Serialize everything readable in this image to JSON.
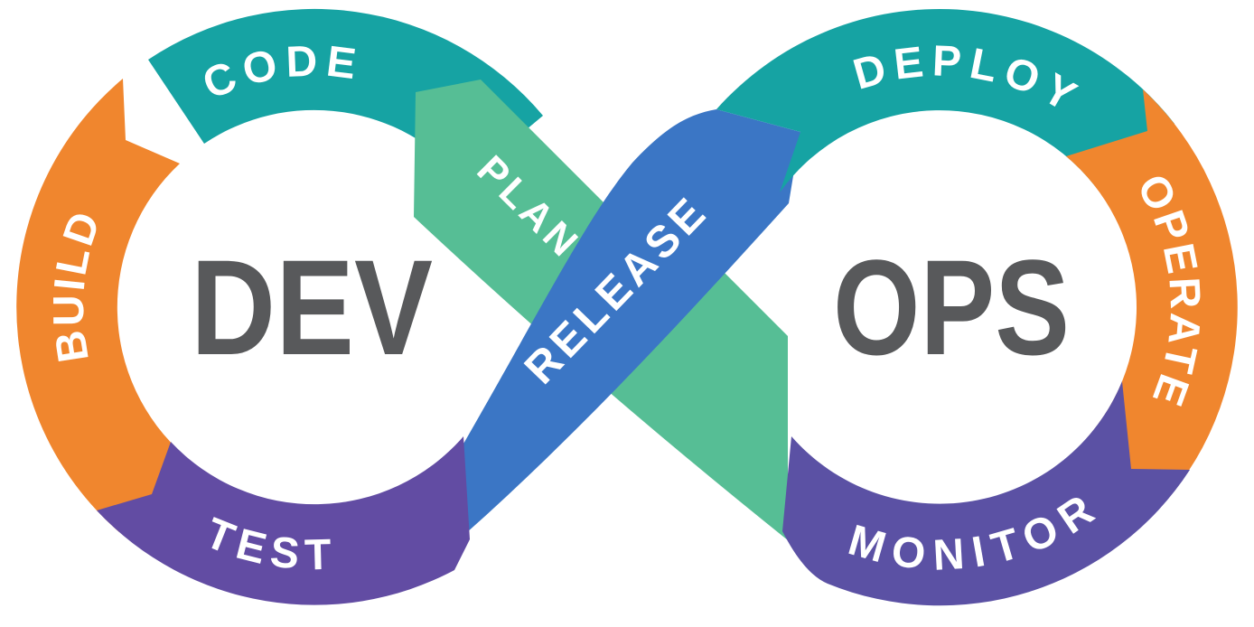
{
  "diagram": {
    "left_loop_label": "DEV",
    "right_loop_label": "OPS",
    "loop_text_color": "#58595B",
    "label_color": "#FFFFFF",
    "background": "#FFFFFF",
    "segments": {
      "plan": {
        "label": "PLAN",
        "color": "#56BE95"
      },
      "code": {
        "label": "CODE",
        "color": "#16A3A3"
      },
      "build": {
        "label": "BUILD",
        "color": "#F0862E"
      },
      "test": {
        "label": "TEST",
        "color": "#624CA3"
      },
      "release": {
        "label": "RELEASE",
        "color": "#3B76C5"
      },
      "deploy": {
        "label": "DEPLOY",
        "color": "#16A3A3"
      },
      "operate": {
        "label": "OPERATE",
        "color": "#F0862E"
      },
      "monitor": {
        "label": "MONITOR",
        "color": "#5B51A4"
      }
    }
  }
}
